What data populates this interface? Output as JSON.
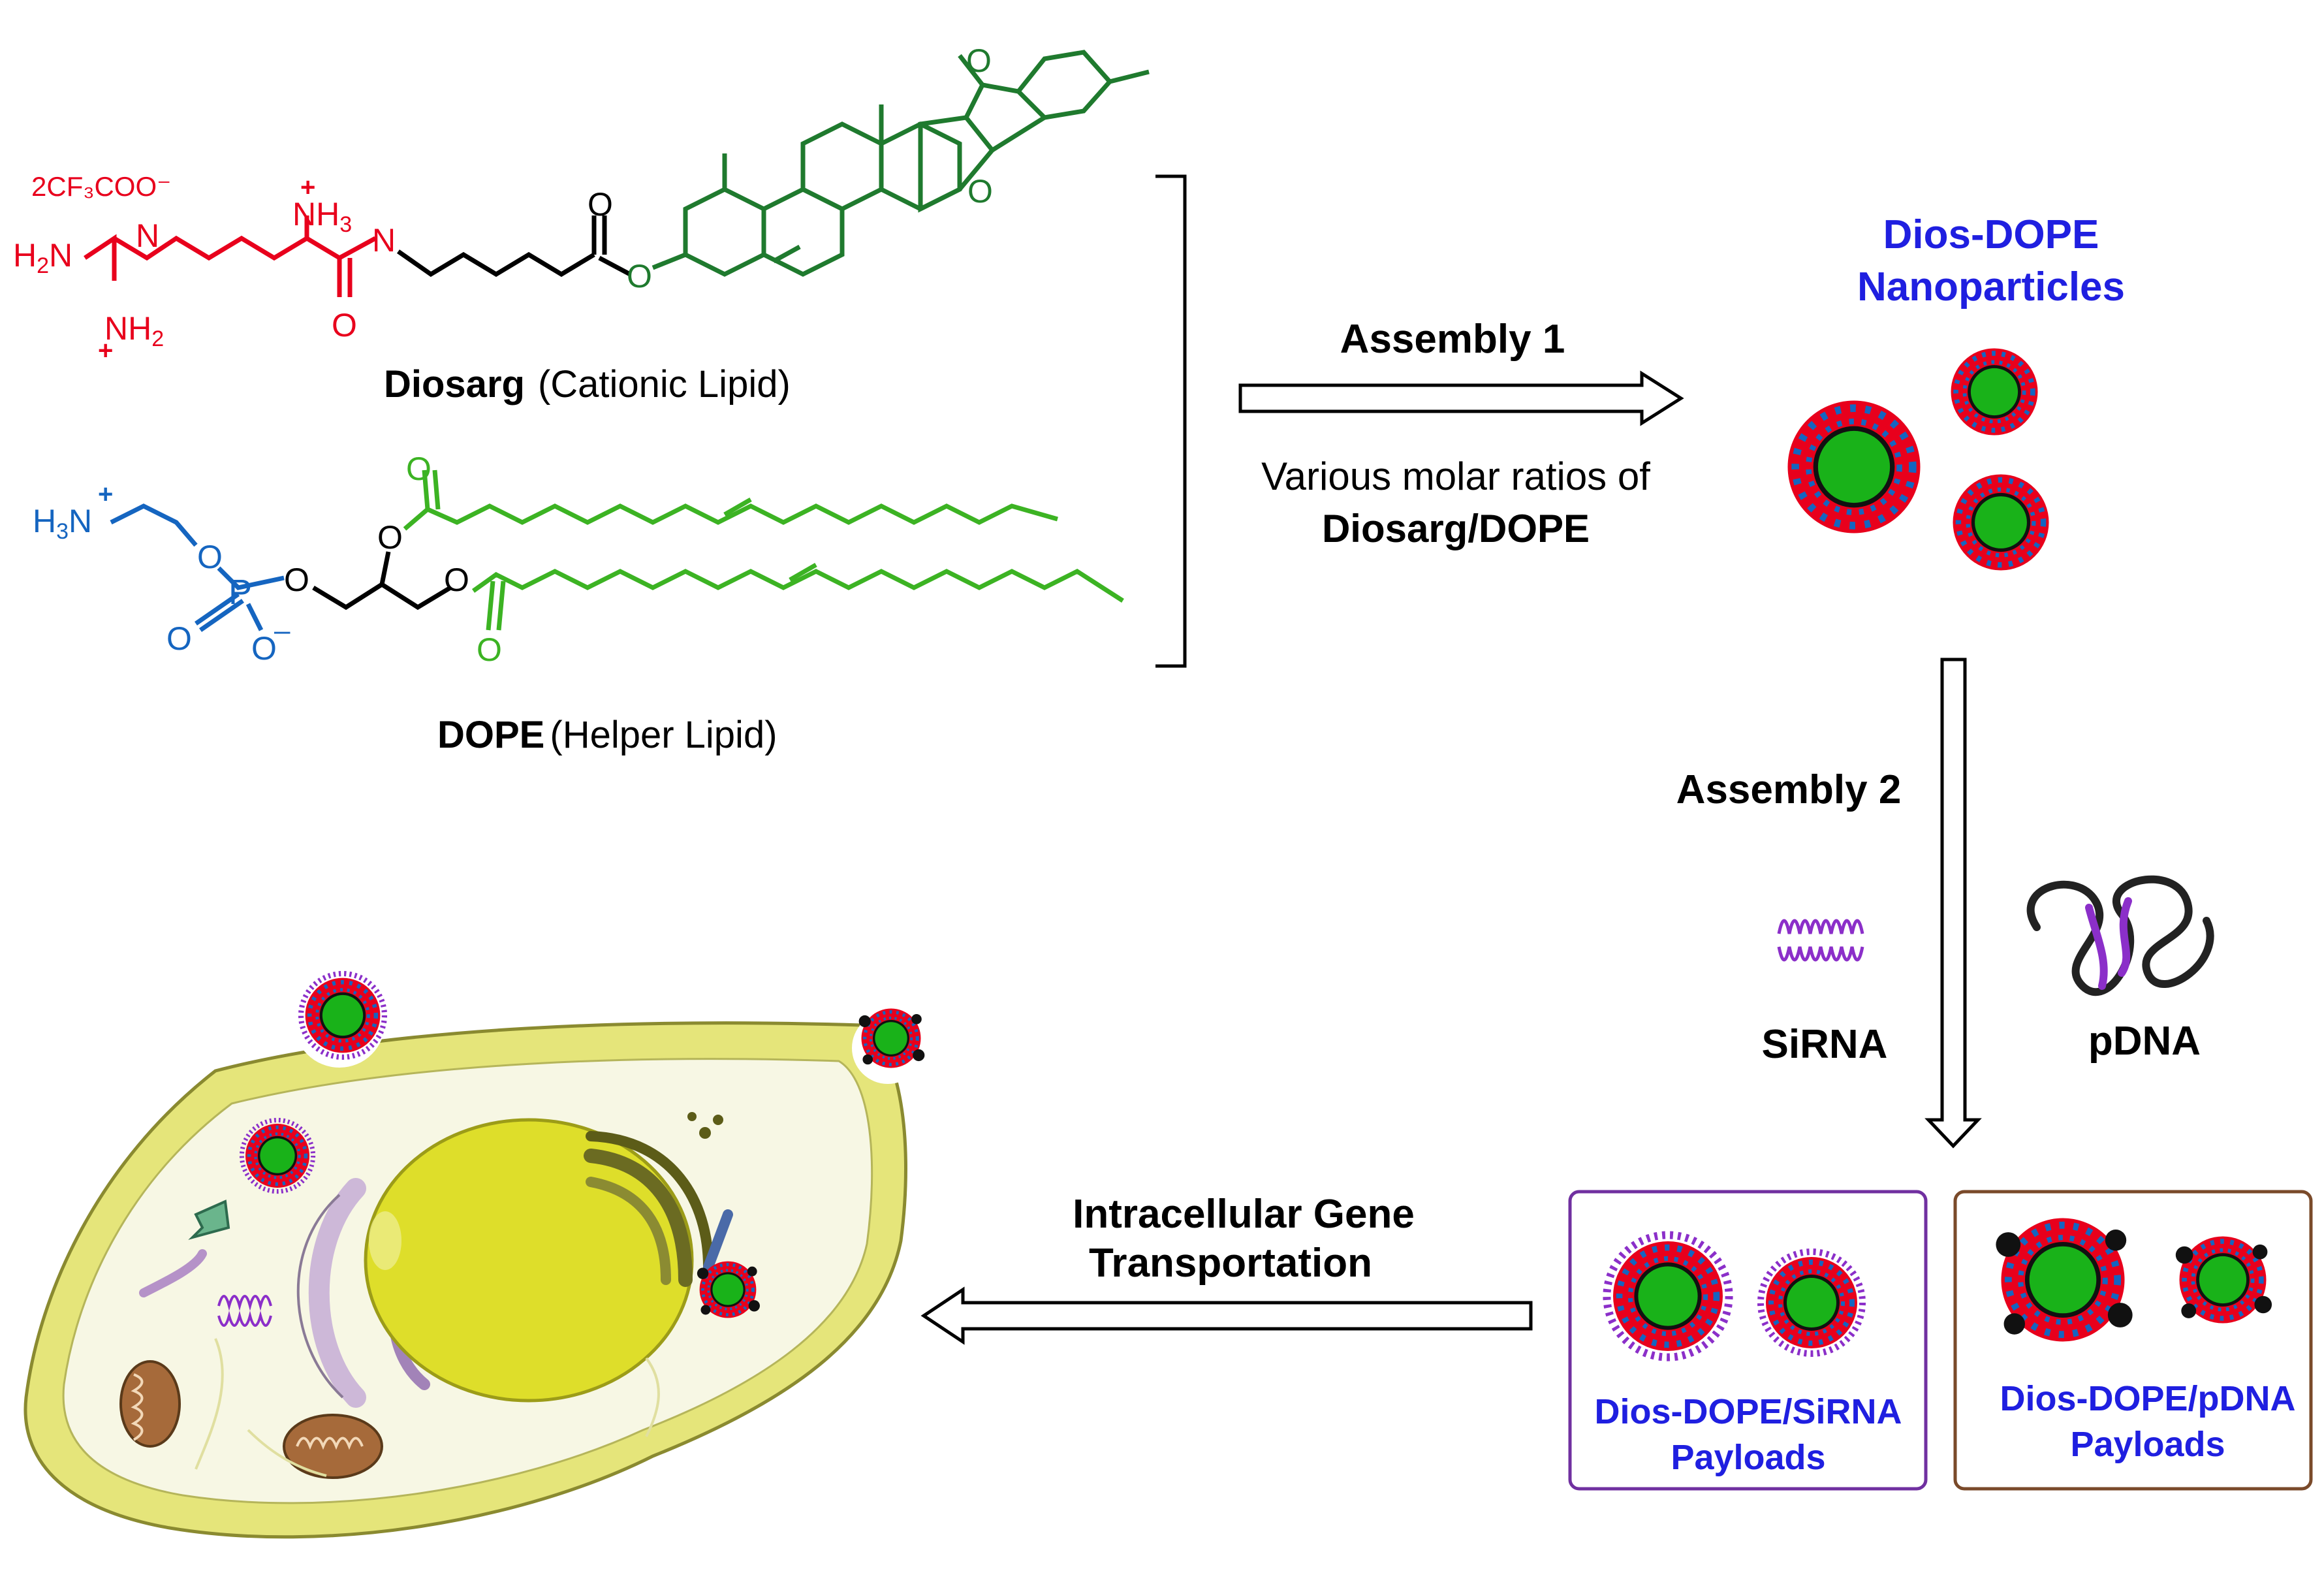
{
  "diosarg": {
    "counterion": "2CF₃COO⁻",
    "nh3": "NH",
    "nh3_sub": "3",
    "h2n": "H",
    "h2n_sub": "2",
    "h2n_n": "N",
    "n_link": "N",
    "n_link2": "N",
    "nh2": "NH",
    "nh2_sub": "2",
    "carbonyl_o": "O",
    "ester_o": "O",
    "ester_o2": "O",
    "ring_o1": "O",
    "ring_o2": "O",
    "plus": "+",
    "minus": "–",
    "name": "Diosarg",
    "role": "(Cationic Lipid)"
  },
  "dope": {
    "h3n": "H",
    "h3n_sub": "3",
    "h3n_n": "N",
    "plus": "+",
    "o_link": "O",
    "p": "P",
    "o_dbl": "O",
    "o_minus": "O",
    "minus": "–",
    "o_glyc": "O",
    "o_ester1": "O",
    "o_ester2": "O",
    "o_carbonyl1": "O",
    "o_carbonyl2": "O",
    "name": "DOPE",
    "role": "(Helper Lipid)"
  },
  "assembly1": {
    "title": "Assembly 1",
    "desc_line1": "Various molar ratios of",
    "desc_line2": "Diosarg/DOPE"
  },
  "nanoparticles": {
    "line1": "Dios-DOPE",
    "line2": "Nanoparticles"
  },
  "assembly2": {
    "title": "Assembly 2",
    "sirna": "SiRNA",
    "pdna": "pDNA"
  },
  "payload_sirna": {
    "line1": "Dios-DOPE/SiRNA",
    "line2": "Payloads"
  },
  "payload_pdna": {
    "line1": "Dios-DOPE/pDNA",
    "line2": "Payloads"
  },
  "transport": {
    "line1": "Intracellular Gene",
    "line2": "Transportation"
  },
  "colors": {
    "red": "#e8001c",
    "dark_green": "#1f7a2e",
    "light_green": "#3cb323",
    "blue": "#1565c0",
    "label_blue": "#1f1fe0",
    "core_green": "#19b219",
    "purple": "#8b2fc9",
    "purple_box": "#7030a0",
    "brown_box": "#7a4a2a",
    "cell_outer": "#e5e57a",
    "cell_inner": "#f7f7e4",
    "nucleus": "#dede2a"
  }
}
